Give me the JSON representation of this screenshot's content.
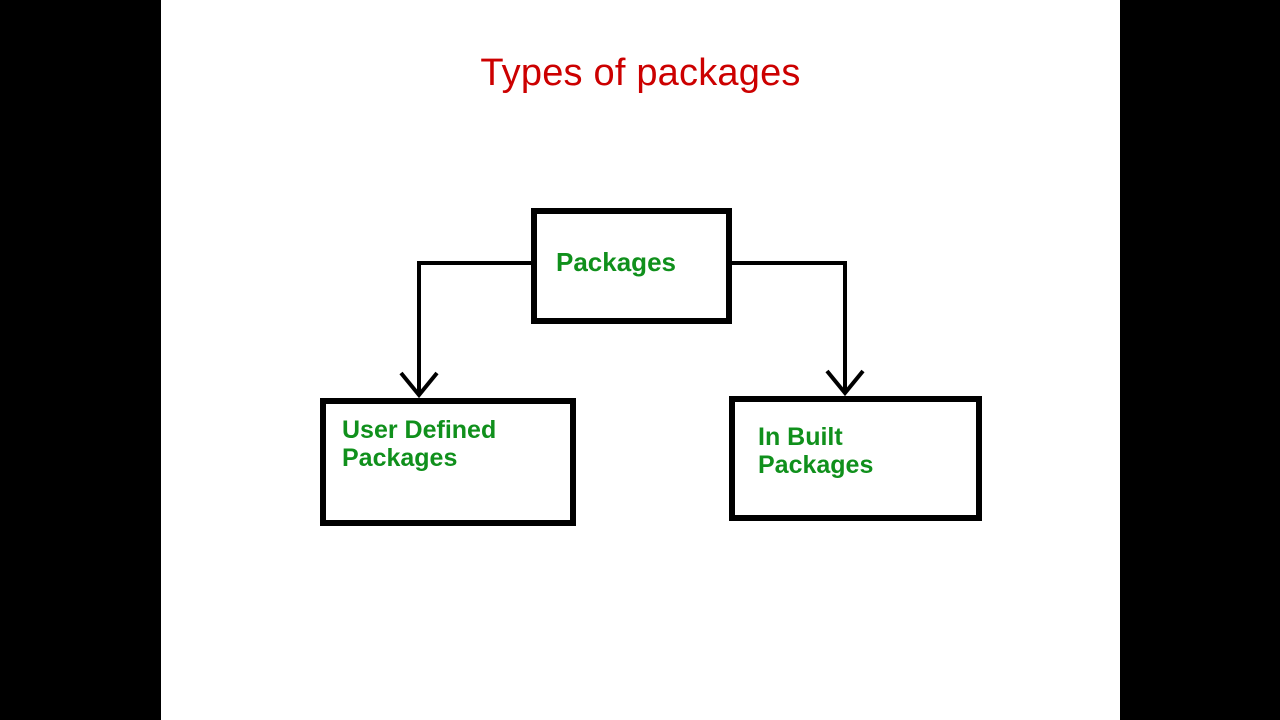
{
  "slide": {
    "title": "Types of packages",
    "title_color": "#CC0000",
    "background_color": "#FFFFFF",
    "letterbox_color": "#000000",
    "node_text_color": "#10901C",
    "node_border_color": "#000000"
  },
  "diagram": {
    "type": "tree",
    "root": {
      "id": "packages",
      "label": "Packages"
    },
    "children": [
      {
        "id": "user-defined-packages",
        "label": "User Defined\nPackages"
      },
      {
        "id": "in-built-packages",
        "label": "In Built\nPackages"
      }
    ],
    "connectors": [
      {
        "from": "packages",
        "to": "user-defined-packages",
        "style": "elbow-left",
        "arrowhead": "open-v"
      },
      {
        "from": "packages",
        "to": "in-built-packages",
        "style": "elbow-right",
        "arrowhead": "open-v"
      }
    ]
  }
}
